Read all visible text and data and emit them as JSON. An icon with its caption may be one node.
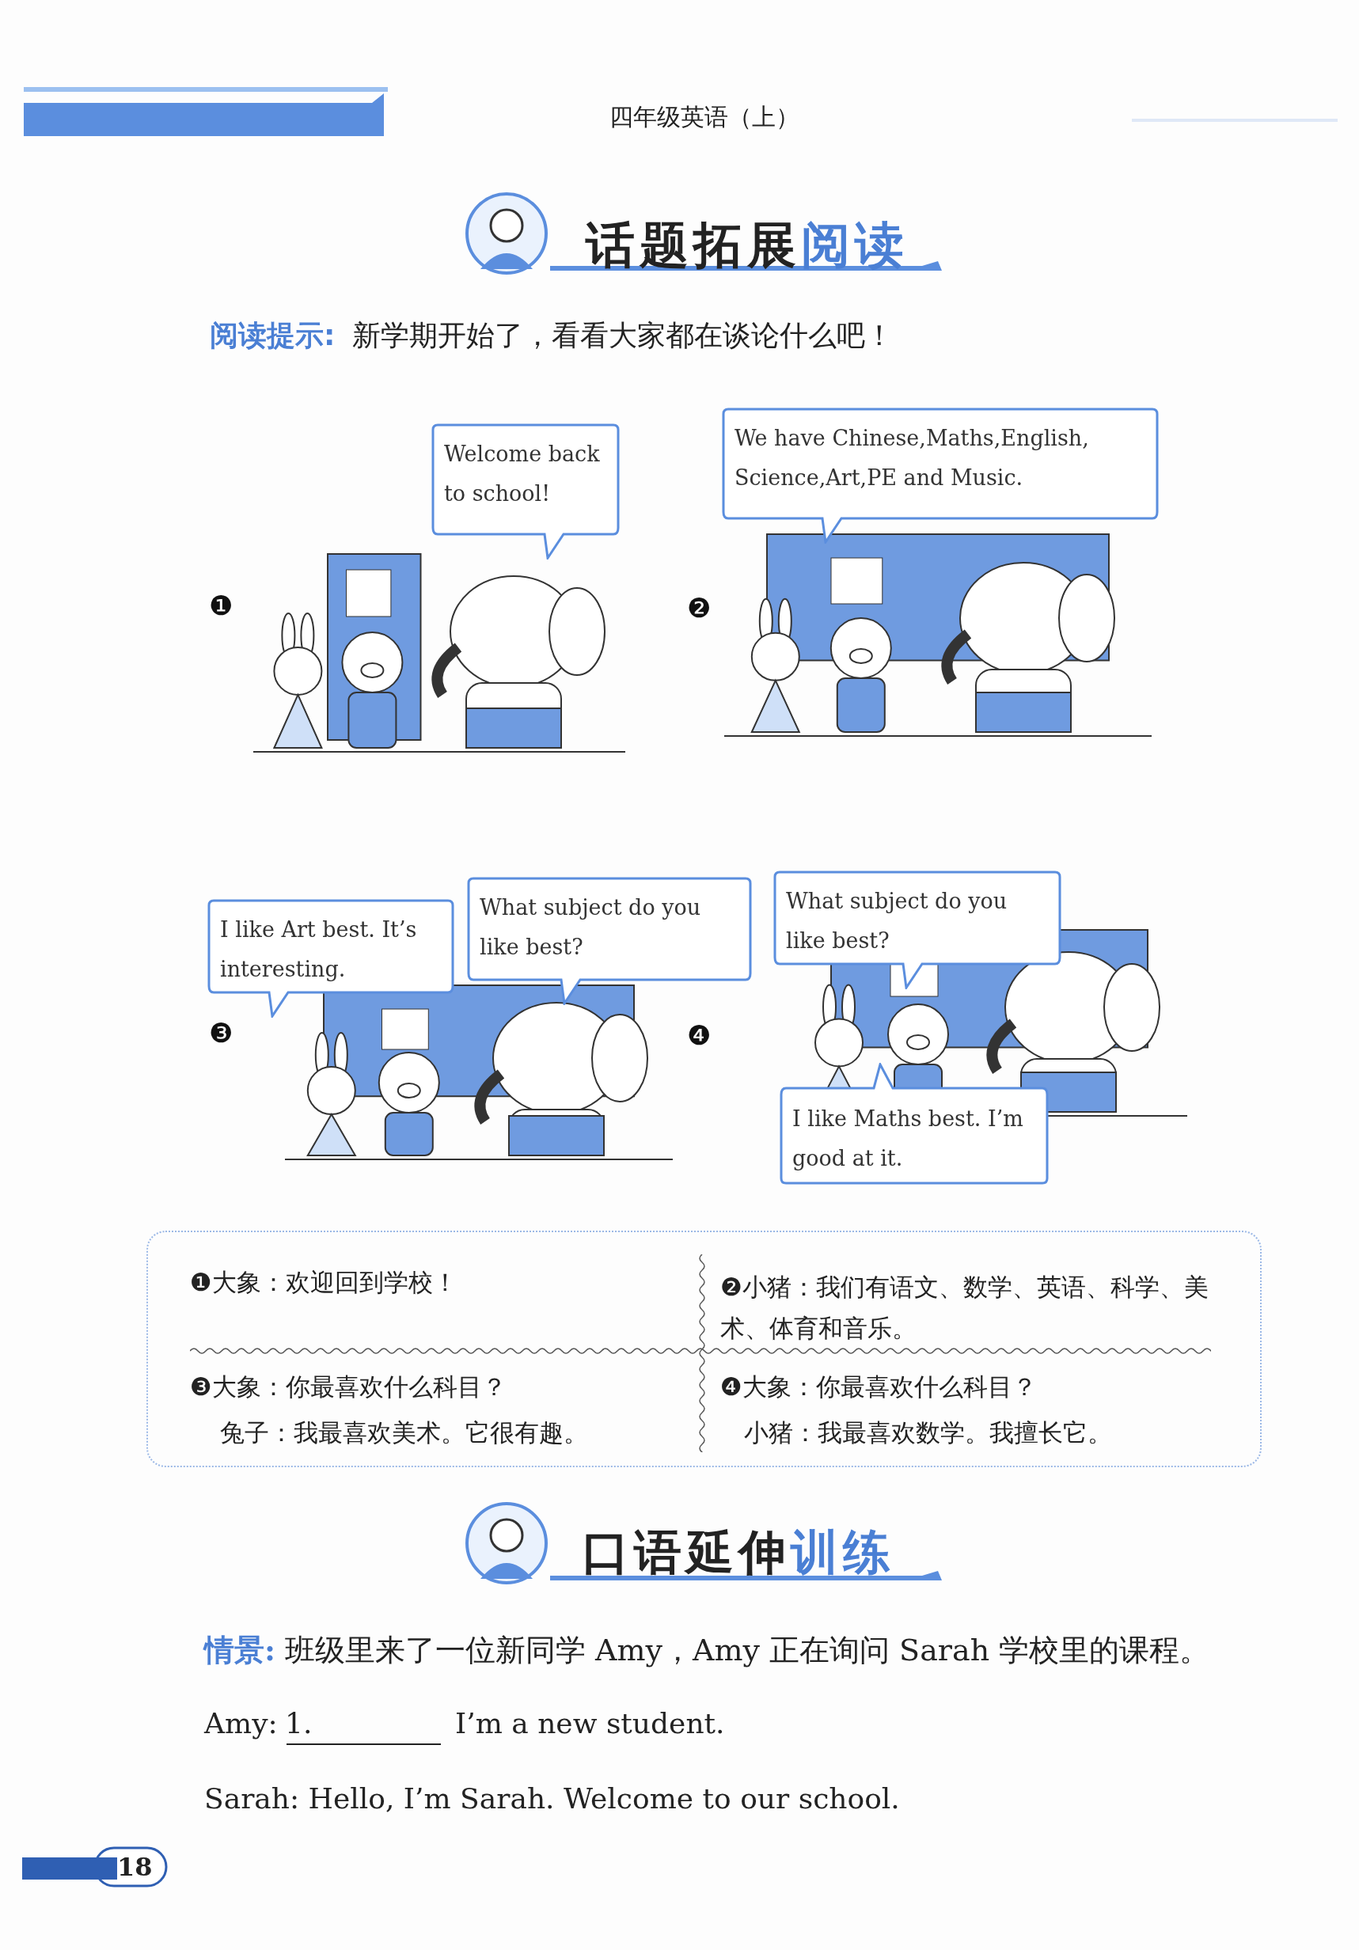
{
  "diagram": {
    "title": "话题拓展**阅读**",
    "nodes": [
      {
        "text": [
          "Welcome back to school!"
        ]
      },
      {
        "text": [
          "We have Chinese,Maths,English, Science,Art,PE and Music."
        ]
      },
      {
        "text": [
          "I like Art best. It’s interesting."
        ]
      },
      {
        "text": [
          "What subject do you like best?"
        ]
      },
      {
        "text": [
          "What subject do you like best?"
        ]
      },
      {
        "text": [
          "I like Maths best. I’m good at it."
        ]
      }
    ],
    "labels": [
      "四年级英语（上）",
      "阅读提示:",
      "新学期开始了，看看大家都在谈论什么吧！",
      "❶",
      "❷",
      "❸",
      "❹",
      "❶大象：欢迎回到学校！",
      "❷小猪：我们有语文、数学、英语、科学、美术、体育和音乐。",
      "❸大象：你最喜欢什么科目？",
      "兔子：我最喜欢美术。它很有趣。",
      "❹大象：你最喜欢什么科目？",
      "小猪：我最喜欢数学。我擅长它。",
      "口语延伸**训练**",
      "情景:",
      "班级里来了一位新同学 Amy，Amy 正在询问 Sarah 学校里的课程。",
      "Amy:",
      "1.",
      "I’m a new student.",
      "Sarah: Hello, I’m Sarah. Welcome to our school.",
      "18"
    ]
  }
}
